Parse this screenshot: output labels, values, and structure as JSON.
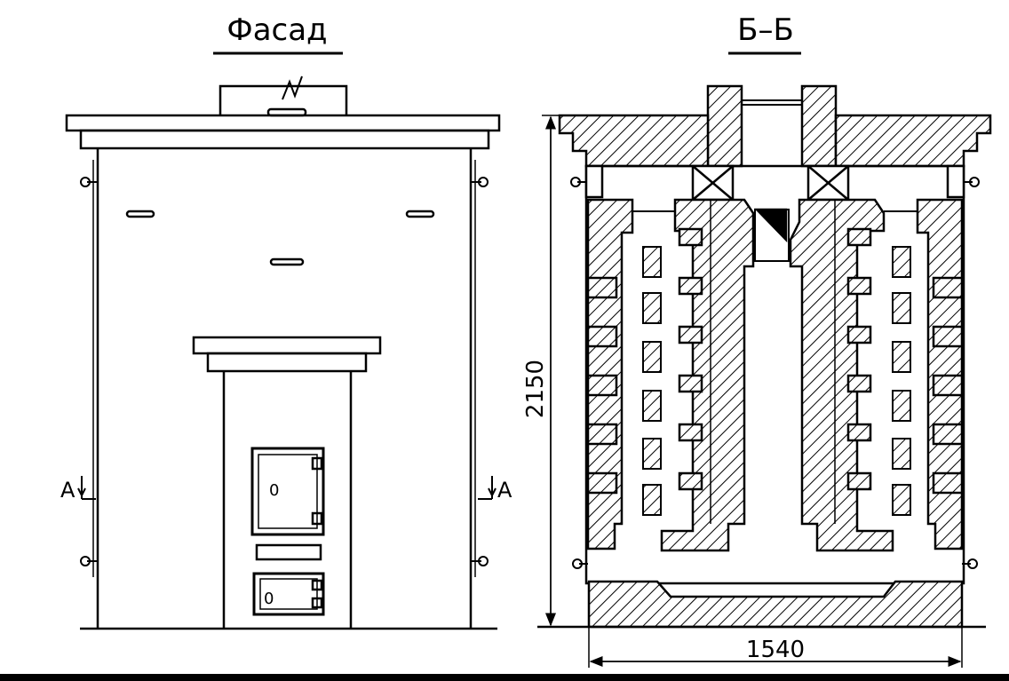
{
  "facade": {
    "title": "Фасад",
    "section_mark_left": "А",
    "section_mark_right": "А",
    "door_upper_mark": "0",
    "door_lower_mark": "0"
  },
  "section": {
    "title": "Б–Б",
    "height_dimension": "2150",
    "width_dimension": "1540"
  }
}
